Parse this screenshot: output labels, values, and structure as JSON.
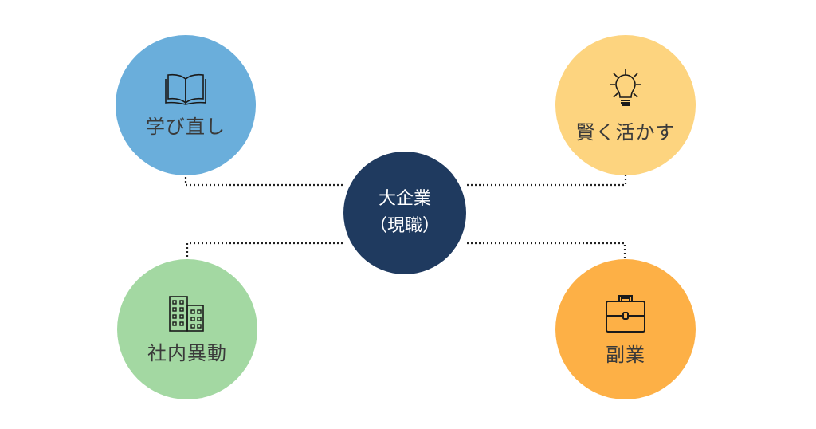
{
  "center": {
    "line1": "大企業",
    "line2": "（現職）",
    "color": "#1f3a5f"
  },
  "nodes": [
    {
      "label": "学び直し",
      "icon": "book-icon",
      "color": "#6aaedb"
    },
    {
      "label": "賢く活かす",
      "icon": "lightbulb-icon",
      "color": "#fdd47f"
    },
    {
      "label": "社内異動",
      "icon": "building-icon",
      "color": "#a3d8a2"
    },
    {
      "label": "副業",
      "icon": "briefcase-icon",
      "color": "#fdb046"
    }
  ]
}
